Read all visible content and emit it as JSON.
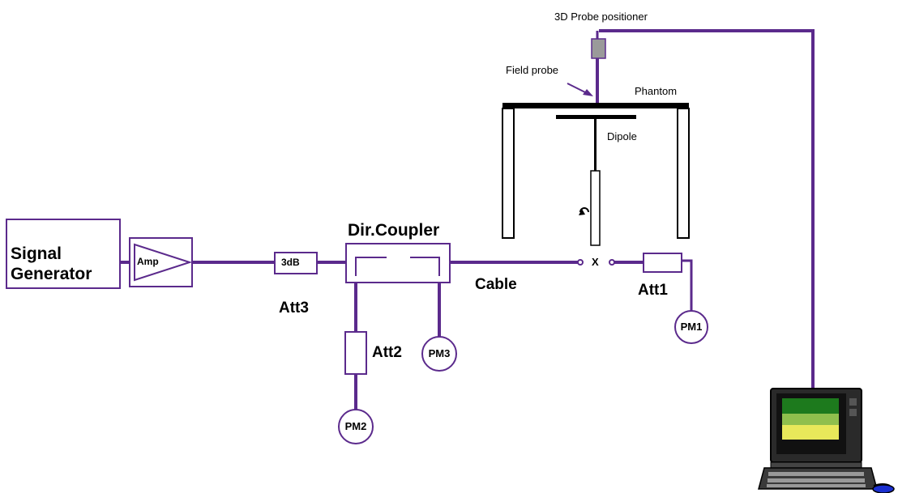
{
  "labels": {
    "signal_generator_line1": "Signal",
    "signal_generator_line2": "Generator",
    "amp": "Amp",
    "att3_box": "3dB",
    "att3": "Att3",
    "dir_coupler": "Dir.Coupler",
    "cable": "Cable",
    "att2": "Att2",
    "pm2": "PM2",
    "pm3": "PM3",
    "att1": "Att1",
    "pm1": "PM1",
    "x_connector": "X",
    "probe_positioner": "3D Probe positioner",
    "field_probe": "Field probe",
    "phantom": "Phantom",
    "dipole": "Dipole"
  },
  "colors": {
    "cable": "#5b2a8c",
    "box_border": "#5b2a8c",
    "black": "#000000",
    "positioner_block": "#9a9a9a",
    "screen_top": "#1d7a1d",
    "screen_mid": "#8fbf4d",
    "screen_bottom": "#e8e85a",
    "mouse": "#1a2fd0"
  }
}
